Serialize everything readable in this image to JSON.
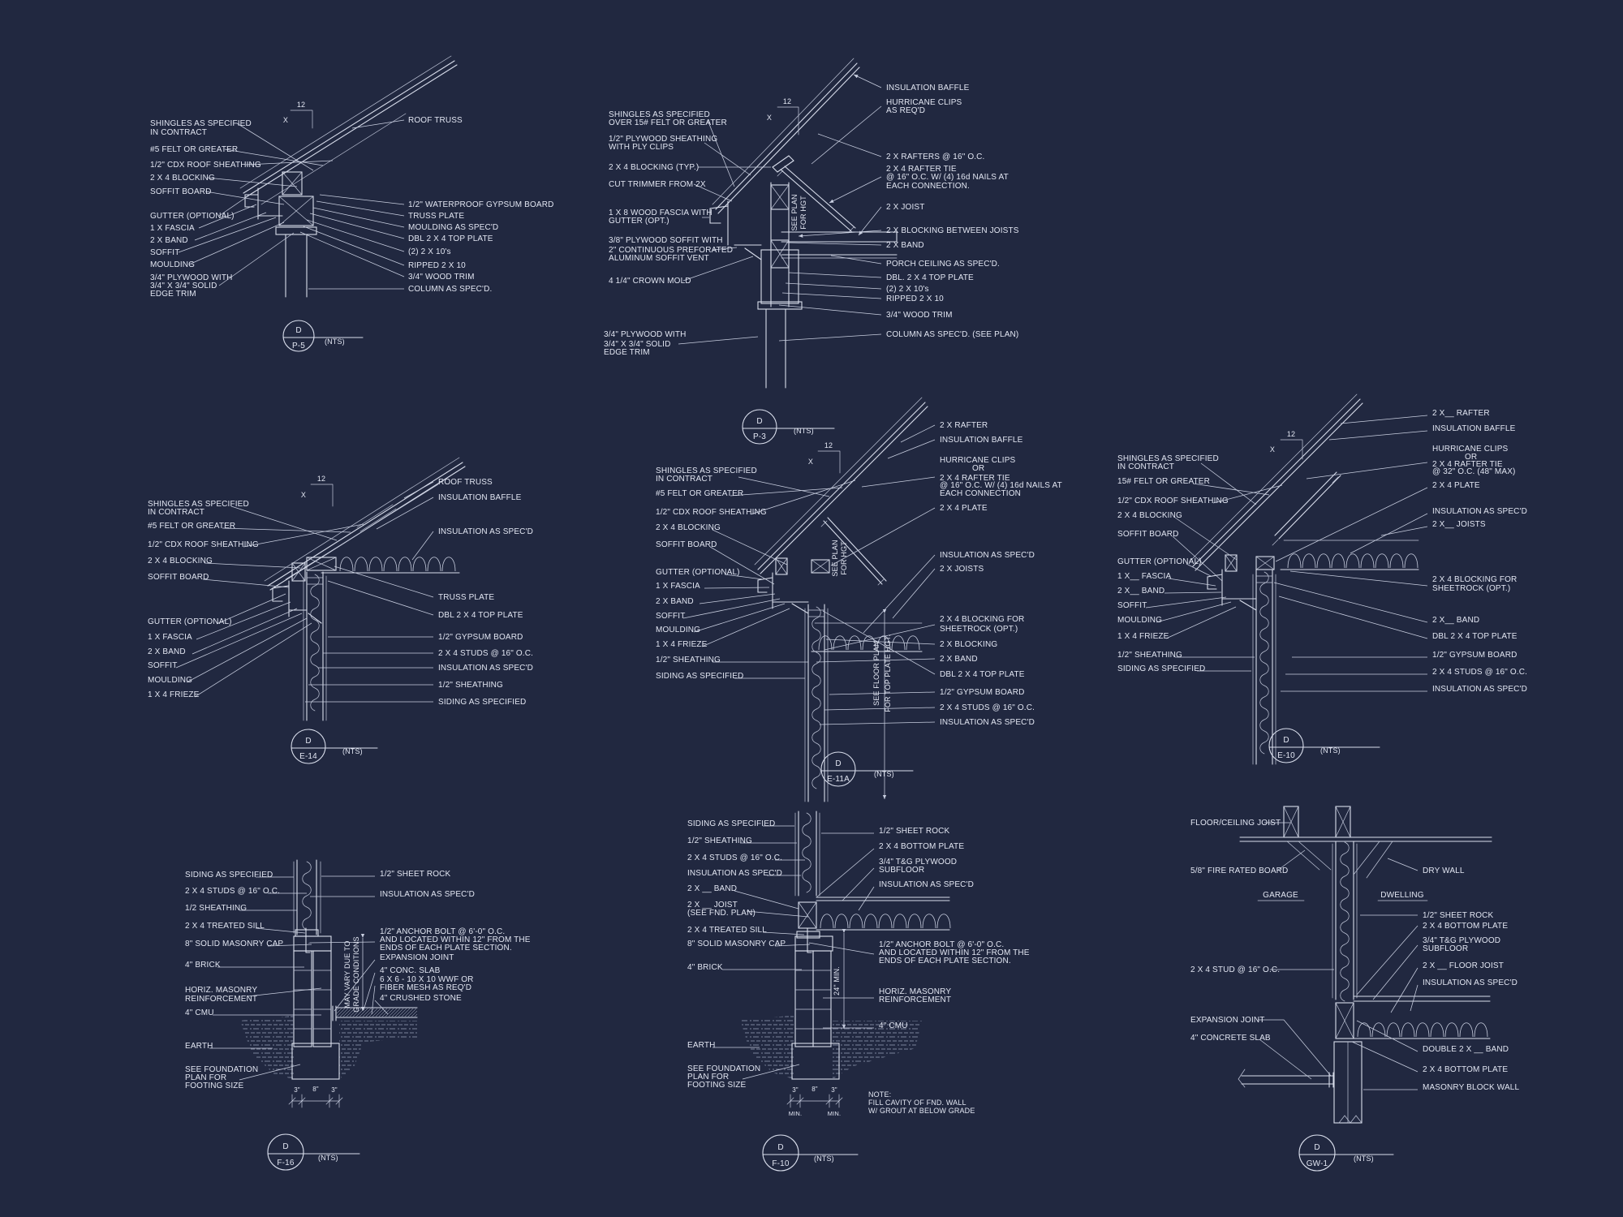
{
  "canvas": {
    "background": "#212840",
    "line_color": "#d9deec"
  },
  "slope_marker": {
    "rise": "12",
    "run": "X"
  },
  "p5": {
    "bubble": {
      "letter": "D",
      "id": "P-5",
      "scale": "(NTS)"
    },
    "left": [
      "SHINGLES AS SPECIFIED",
      "IN CONTRACT",
      "#5 FELT OR GREATER",
      "1/2\" CDX ROOF SHEATHING",
      "2 X 4 BLOCKING",
      "SOFFIT  BOARD",
      "GUTTER (OPTIONAL)",
      "1 X   FASCIA",
      "2 X   BAND",
      "SOFFIT",
      "MOULDING",
      "3/4\" PLYWOOD WITH",
      "3/4\" X 3/4\" SOLID",
      "EDGE TRIM"
    ],
    "right": [
      "ROOF TRUSS",
      "1/2\" WATERPROOF GYPSUM BOARD",
      "TRUSS PLATE",
      "MOULDING AS SPEC'D",
      "DBL 2 X 4 TOP PLATE",
      "(2) 2 X 10's",
      "RIPPED 2 X 10",
      "3/4\" WOOD TRIM",
      "COLUMN AS SPEC'D."
    ]
  },
  "p3": {
    "bubble": {
      "letter": "D",
      "id": "P-3",
      "scale": "(NTS)"
    },
    "vertical": [
      "SEE PLAN",
      "FOR HGT"
    ],
    "left": [
      "SHINGLES AS SPECIFIED",
      "OVER 15# FELT OR GREATER",
      "1/2\" PLYWOOD SHEATHING",
      "WITH PLY CLIPS",
      "2 X 4 BLOCKING (TYP.)",
      "CUT TRIMMER FROM 2X",
      "1 X 8 WOOD FASCIA WITH",
      "GUTTER (OPT.)",
      "3/8\" PLYWOOD SOFFIT WITH",
      "2\" CONTINUOUS PREFORATED",
      "ALUMINUM SOFFIT VENT",
      "4 1/4\" CROWN MOLD",
      "3/4\" PLYWOOD WITH",
      "3/4\" X 3/4\" SOLID",
      "EDGE TRIM"
    ],
    "right": [
      "INSULATION BAFFLE",
      "HURRICANE CLIPS",
      "AS REQ'D",
      "2 X   RAFTERS @ 16\" O.C.",
      "2 X 4 RAFTER TIE",
      "@ 16\" O.C. W/ (4) 16d NAILS AT",
      "EACH CONNECTION.",
      "2 X   JOIST",
      "2 X   BLOCKING BETWEEN JOISTS",
      "2 X   BAND",
      "PORCH CEILING AS SPEC'D.",
      "DBL. 2 X 4 TOP PLATE",
      "(2) 2 X 10's",
      "RIPPED 2 X 10",
      "3/4\" WOOD TRIM",
      "COLUMN AS SPEC'D. (SEE PLAN)"
    ]
  },
  "e14": {
    "bubble": {
      "letter": "D",
      "id": "E-14",
      "scale": "(NTS)"
    },
    "left": [
      "SHINGLES AS SPECIFIED",
      "IN CONTRACT",
      "#5 FELT OR GREATER",
      "1/2\" CDX ROOF SHEATHING",
      "2 X 4 BLOCKING",
      "SOFFIT  BOARD",
      "GUTTER (OPTIONAL)",
      "1 X   FASCIA",
      "2 X   BAND",
      "SOFFIT",
      "MOULDING",
      "1 X 4 FRIEZE"
    ],
    "right": [
      "ROOF TRUSS",
      "INSULATION BAFFLE",
      "INSULATION AS SPEC'D",
      "TRUSS PLATE",
      "DBL 2 X 4 TOP PLATE",
      "1/2\" GYPSUM BOARD",
      "2 X 4 STUDS @ 16\" O.C.",
      "INSULATION AS SPEC'D",
      "1/2\" SHEATHING",
      "SIDING AS SPECIFIED"
    ]
  },
  "e11a": {
    "bubble": {
      "letter": "D",
      "id": "E-11A",
      "scale": "(NTS)"
    },
    "vertical": [
      "SEE PLAN",
      "FOR HGT"
    ],
    "vertical2": [
      "SEE FLOOR PLAN",
      "FOR TOP PLATE HGT."
    ],
    "left": [
      "SHINGLES AS SPECIFIED",
      "IN CONTRACT",
      "#5 FELT OR GREATER",
      "1/2\" CDX ROOF SHEATHING",
      "2 X 4 BLOCKING",
      "SOFFIT  BOARD",
      "GUTTER (OPTIONAL)",
      "1 X   FASCIA",
      "2 X   BAND",
      "SOFFIT",
      "MOULDING",
      "1 X 4 FRIEZE",
      "1/2\" SHEATHING",
      "SIDING AS SPECIFIED"
    ],
    "right": [
      "2 X   RAFTER",
      "INSULATION BAFFLE",
      "HURRICANE CLIPS",
      "OR",
      "2 X 4 RAFTER TIE",
      "@ 16\" O.C. W/ (4) 16d NAILS AT",
      "EACH CONNECTION",
      "2 X 4 PLATE",
      "INSULATION AS SPEC'D",
      "2 X   JOISTS",
      "2 X 4 BLOCKING FOR",
      "SHEETROCK (OPT.)",
      "2 X   BLOCKING",
      "2 X   BAND",
      "DBL 2 X 4 TOP PLATE",
      "1/2\" GYPSUM BOARD",
      "2 X 4 STUDS @ 16\" O.C.",
      "INSULATION AS SPEC'D"
    ]
  },
  "e10": {
    "bubble": {
      "letter": "D",
      "id": "E-10",
      "scale": "(NTS)"
    },
    "left": [
      "SHINGLES AS SPECIFIED",
      "IN CONTRACT",
      "15# FELT OR GREATER",
      "1/2\" CDX ROOF SHEATHING",
      "2 X 4 BLOCKING",
      "SOFFIT BOARD",
      "GUTTER (OPTIONAL)",
      "1 X__ FASCIA",
      "2 X__ BAND",
      "SOFFIT",
      "MOULDING",
      "1 X 4 FRIEZE",
      "1/2\" SHEATHING",
      "SIDING AS SPECIFIED"
    ],
    "right": [
      "2 X__ RAFTER",
      "INSULATION BAFFLE",
      "HURRICANE CLIPS",
      "OR",
      "2 X 4 RAFTER TIE",
      "@ 32\" O.C. (48\" MAX)",
      "2 X 4 PLATE",
      "INSULATION AS SPEC'D",
      "2 X__ JOISTS",
      "2 X 4 BLOCKING FOR",
      "SHEETROCK (OPT.)",
      "2 X__ BAND",
      "DBL 2 X 4 TOP PLATE",
      "1/2\" GYPSUM BOARD",
      "2 X 4 STUDS @ 16\" O.C.",
      "INSULATION AS SPEC'D"
    ]
  },
  "f16": {
    "bubble": {
      "letter": "D",
      "id": "F-16",
      "scale": "(NTS)"
    },
    "vertical": [
      "MAY VARY DUE TO",
      "GRADE CONDITIONS"
    ],
    "dims": [
      "3\"",
      "8\"",
      "3\""
    ],
    "left": [
      "SIDING AS SPECIFIED",
      "2 X 4 STUDS @ 16\" O.C.",
      "1/2 SHEATHING",
      "2 X 4 TREATED SILL",
      "8\" SOLID MASONRY CAP",
      "4\" BRICK",
      "HORIZ. MASONRY",
      "REINFORCEMENT",
      "4\" CMU",
      "EARTH",
      "SEE FOUNDATION",
      "PLAN FOR",
      "FOOTING SIZE"
    ],
    "right": [
      "1/2\" SHEET ROCK",
      "INSULATION AS SPEC'D",
      "1/2\" ANCHOR BOLT @ 6'-0\" O.C.",
      "AND LOCATED WITHIN 12\" FROM THE",
      "ENDS OF EACH PLATE SECTION.",
      "EXPANSION JOINT",
      "4\" CONC. SLAB",
      "6 X 6 - 10 X 10 WWF OR",
      "FIBER MESH AS REQ'D",
      "4\" CRUSHED STONE"
    ]
  },
  "f10": {
    "bubble": {
      "letter": "D",
      "id": "F-10",
      "scale": "(NTS)"
    },
    "vertical": "24\" MIN.",
    "dims": [
      "3\"",
      "8\"",
      "3\"",
      "MIN.",
      "MIN."
    ],
    "note": [
      "NOTE:",
      "FILL CAVITY OF FND. WALL",
      "W/ GROUT AT BELOW GRADE"
    ],
    "left": [
      "SIDING AS SPECIFIED",
      "1/2\" SHEATHING",
      "2 X 4 STUDS @ 16\" O.C.",
      "INSULATION AS SPEC'D",
      "2 X __ BAND",
      "2 X __ JOIST",
      "(SEE FND. PLAN)",
      "2 X 4 TREATED SILL",
      "8\" SOLID MASONRY CAP",
      "4\" BRICK",
      "EARTH",
      "SEE FOUNDATION",
      "PLAN FOR",
      "FOOTING SIZE"
    ],
    "right": [
      "1/2\" SHEET ROCK",
      "2 X 4 BOTTOM PLATE",
      "3/4\" T&G PLYWOOD",
      "SUBFLOOR",
      "INSULATION AS SPEC'D",
      "1/2\" ANCHOR BOLT @ 6'-0\" O.C.",
      "AND LOCATED WITHIN 12\" FROM THE",
      "ENDS OF EACH PLATE SECTION.",
      "HORIZ. MASONRY",
      "REINFORCEMENT",
      "4\" CMU"
    ]
  },
  "gw1": {
    "bubble": {
      "letter": "D",
      "id": "GW-1",
      "scale": "(NTS)"
    },
    "left": [
      "FLOOR/CEILING JOIST",
      "5/8\" FIRE RATED BOARD",
      "GARAGE",
      "2 X 4 STUD @ 16\" O.C.",
      "EXPANSION JOINT",
      "4\" CONCRETE SLAB"
    ],
    "right": [
      "DRY WALL",
      "DWELLING",
      "1/2\" SHEET ROCK",
      "2 X 4 BOTTOM PLATE",
      "3/4\" T&G PLYWOOD",
      "SUBFLOOR",
      "2 X __ FLOOR JOIST",
      "INSULATION AS SPEC'D",
      "DOUBLE 2 X __ BAND",
      "2 X 4 BOTTOM PLATE",
      "MASONRY BLOCK WALL"
    ]
  }
}
